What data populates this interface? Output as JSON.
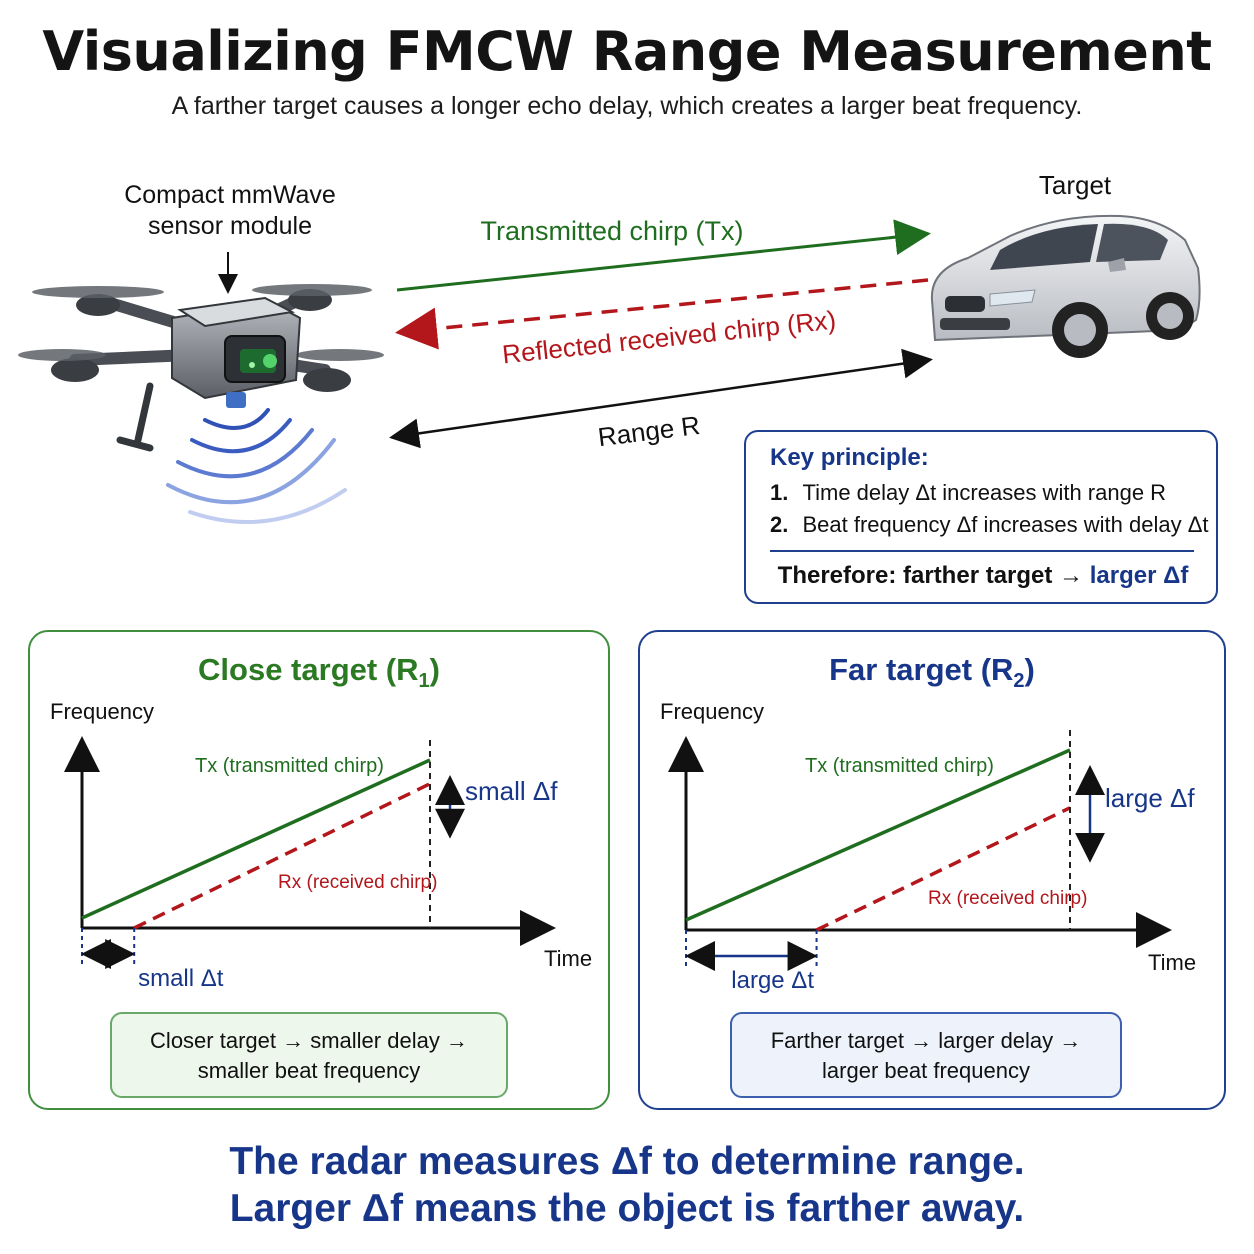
{
  "title": "Visualizing FMCW Range Measurement",
  "subtitle": "A farther target causes a longer echo delay, which creates a larger beat frequency.",
  "scene": {
    "sensor_label_line1": "Compact mmWave",
    "sensor_label_line2": "sensor module",
    "target_label": "Target",
    "tx_label": "Transmitted chirp (Tx)",
    "rx_label": "Reflected received chirp (Rx)",
    "range_label": "Range R",
    "icons": [
      "drone-icon",
      "car-icon",
      "radio-waves-icon"
    ]
  },
  "key_principle": {
    "title": "Key principle:",
    "items": [
      {
        "num": "1.",
        "text": "Time delay Δt increases with range R"
      },
      {
        "num": "2.",
        "text": "Beat frequency Δf increases with delay Δt"
      }
    ],
    "conclusion_prefix": "Therefore: farther target →",
    "conclusion_highlight": "larger Δf"
  },
  "panels": {
    "close": {
      "title": "Close target (R",
      "title_sub": "1",
      "title_end": ")",
      "y_axis": "Frequency",
      "x_axis": "Time",
      "tx_label": "Tx (transmitted chirp)",
      "rx_label": "Rx (received chirp)",
      "delta_f_label": "small Δf",
      "delta_t_label": "small Δt",
      "summary_line1": "Closer target → smaller delay →",
      "summary_line2": "smaller beat frequency",
      "delay_fraction": 0.15,
      "beat_fraction": 0.2
    },
    "far": {
      "title": "Far target (R",
      "title_sub": "2",
      "title_end": ")",
      "y_axis": "Frequency",
      "x_axis": "Time",
      "tx_label": "Tx (transmitted chirp)",
      "rx_label": "Rx (received chirp)",
      "delta_f_label": "large Δf",
      "delta_t_label": "large Δt",
      "summary_line1": "Farther target → larger delay →",
      "summary_line2": "larger beat frequency",
      "delay_fraction": 0.34,
      "beat_fraction": 0.45
    }
  },
  "footer": {
    "line1": "The radar measures Δf to determine range.",
    "line2": "Larger Δf means the object is farther away."
  },
  "colors": {
    "tx_green": "#1f6e1f",
    "rx_red": "#b3161b",
    "accent_blue": "#17368a",
    "close_border": "#3f8f3f",
    "far_border": "#1f3f8f"
  }
}
